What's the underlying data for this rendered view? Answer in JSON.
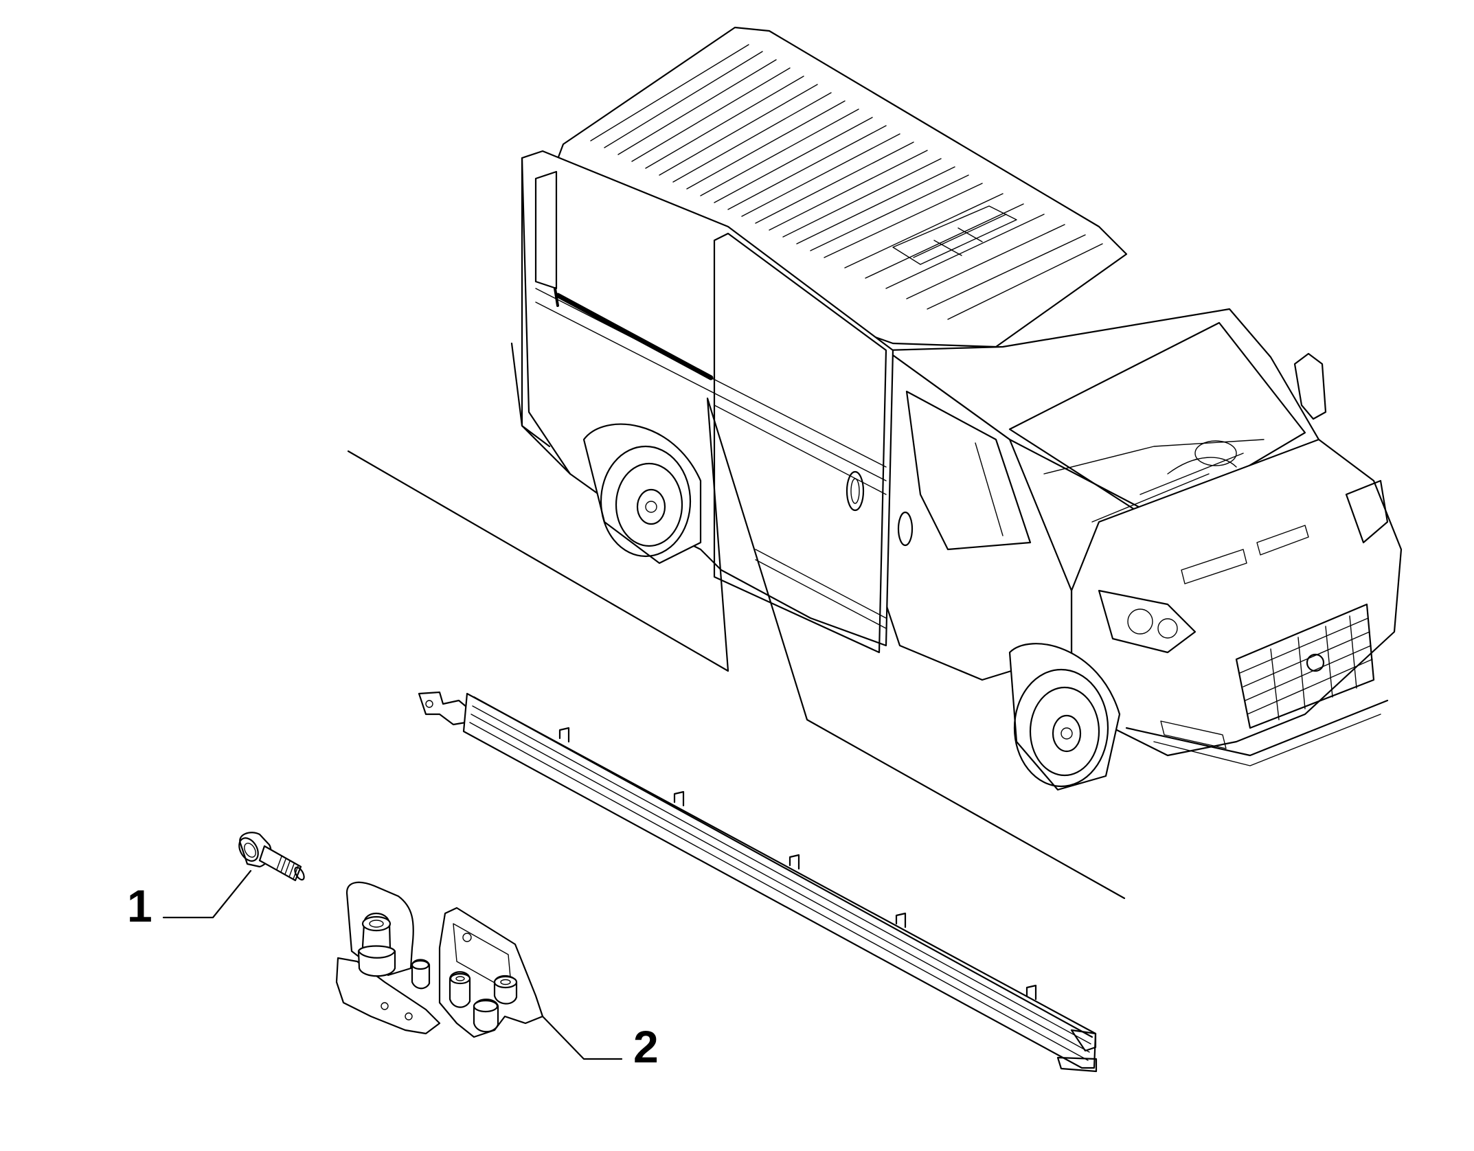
{
  "callouts": [
    {
      "id": "1",
      "label": "1"
    },
    {
      "id": "2",
      "label": "2"
    }
  ],
  "parts": [
    {
      "callout": "1",
      "icon": "bolt-icon"
    },
    {
      "callout": "2",
      "icon": "sliding-door-roller-bracket-icon"
    }
  ],
  "colors": {
    "line": "#000000",
    "background": "#ffffff"
  }
}
